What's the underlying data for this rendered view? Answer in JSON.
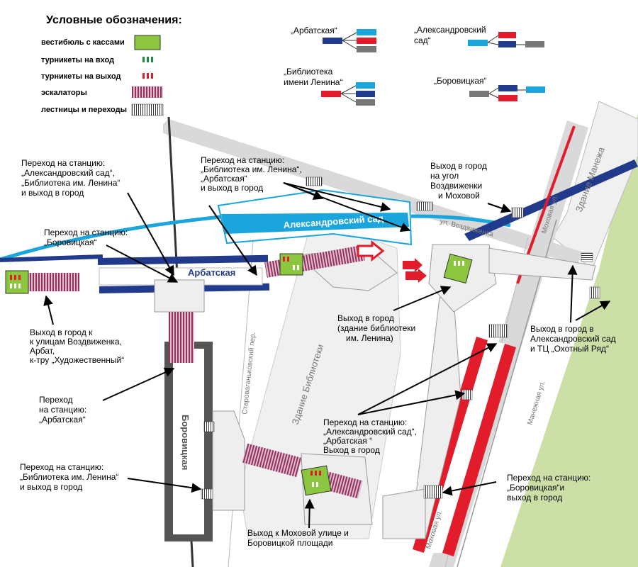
{
  "legend": {
    "title": "Условные обозначения:",
    "items": [
      {
        "label": "вестибюль с  кассами",
        "symbol": "vestibule"
      },
      {
        "label": "турникеты на вход",
        "symbol": "entry-turnstile"
      },
      {
        "label": "турникеты на выход",
        "symbol": "exit-turnstile"
      },
      {
        "label": "эскалаторы",
        "symbol": "escalator"
      },
      {
        "label": "лестницы и переходы",
        "symbol": "stairs"
      }
    ]
  },
  "line_legends": {
    "arbatskaya": "„Арбатская“",
    "aleksandrovsky": [
      "„Александровский",
      "сад“"
    ],
    "biblioteka": [
      "„Библиотека",
      "имени Ленина“"
    ],
    "borovitskaya": "„Боровицкая“"
  },
  "stations": {
    "arbatskaya": "Арбатская",
    "aleksandrovsky": "Александровский сад",
    "borovitskaya": "Боровицкая",
    "biblioteka": "Библиотека имени Ленина"
  },
  "streets": {
    "vozdvizhenka": "ул. Воздвиженка",
    "mokhovaya_top": "Моховая ул.",
    "mokhovaya_bottom": "Моховая ул.",
    "manezhnaya": "Манежная ул.",
    "starovagankovsky": "Староваганьковский пер."
  },
  "buildings": {
    "manezh": "Здание Манежа",
    "library": "Здание Библиотеки"
  },
  "annotations": {
    "a1": [
      "Переход на станцию:",
      "„Александровский сад“,",
      "„Библиотека им. Ленина“",
      "и выход в город"
    ],
    "a2": [
      "Переход на станцию:",
      "„Библиотека им. Ленина“,",
      "„Арбатская“",
      "и выход в город"
    ],
    "a3": [
      "Выход в город",
      "на угол",
      "Воздвиженки",
      "и Моховой"
    ],
    "a4": [
      "Переход на станцию:",
      "„Боровицкая“"
    ],
    "a5": [
      "Выход в город к",
      "к улицам Воздвиженка,",
      "Арбат,",
      "к-тру „Художественный“"
    ],
    "a6": [
      "Выход в город",
      "(здание библиотеки",
      "им. Ленина)"
    ],
    "a7": [
      "Выход в город  в",
      "Александровский сад",
      "и ТЦ „Охотный Ряд“"
    ],
    "a8": [
      "Переход",
      "на станцию:",
      "„Арбатская“"
    ],
    "a9": [
      "Переход на станцию:",
      "„Александровский сад“,",
      "„Арбатская “",
      "Выход в город"
    ],
    "a10": [
      "Переход на станцию:",
      "„Библиотека им. Ленина“",
      "и выход в город"
    ],
    "a11": [
      "Переход на станцию:",
      "„Боровицкая“и",
      "выход в город"
    ],
    "a12": [
      "Выход к Моховой улице и",
      "Боровицкой площади"
    ]
  },
  "colors": {
    "arbatskaya_line": "#223a8c",
    "aleksandrovsky_line": "#1aa6dc",
    "biblioteka_line": "#e21c2a",
    "borovitskaya_line": "#555555",
    "vestibule": "#8cc63f",
    "park": "#ccdfa6",
    "road": "#d9d9d9",
    "passage": "#eeeeee"
  }
}
